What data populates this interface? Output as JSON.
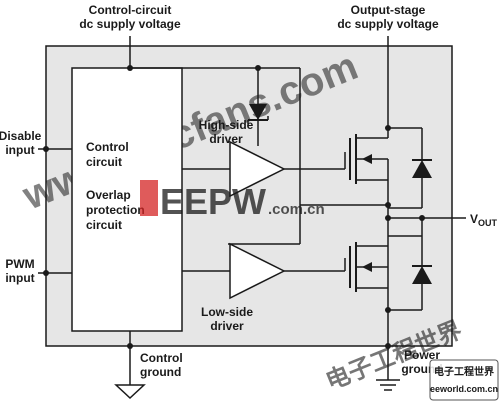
{
  "labels": {
    "control_supply_line1": "Control-circuit",
    "control_supply_line2": "dc supply voltage",
    "output_supply_line1": "Output-stage",
    "output_supply_line2": "dc supply voltage",
    "disable_line1": "Disable",
    "disable_line2": "input",
    "pwm_line1": "PWM",
    "pwm_line2": "input",
    "control_circuit_line1": "Control",
    "control_circuit_line2": "circuit",
    "overlap_line1": "Overlap",
    "overlap_line2": "protection",
    "overlap_line3": "circuit",
    "high_side_line1": "High-side",
    "high_side_line2": "driver",
    "low_side_line1": "Low-side",
    "low_side_line2": "driver",
    "vout_main": "V",
    "vout_sub": "OUT",
    "control_ground_line1": "Control",
    "control_ground_line2": "ground",
    "power_ground_line1": "Power",
    "power_ground_line2": "ground"
  },
  "watermarks": {
    "elecfans": "www.elecfans.com",
    "eepw": "EEPW",
    "eepw_domain": ".com.cn",
    "cn_text": "电子工程世界",
    "cn_badge": "电子工程世界",
    "eeworld": "eeworld.com.cn"
  },
  "colors": {
    "lines": "#1a1a1a",
    "package_fill": "#e6e6e6",
    "block_fill": "#ffffff",
    "eepw_red": "#d42424"
  }
}
